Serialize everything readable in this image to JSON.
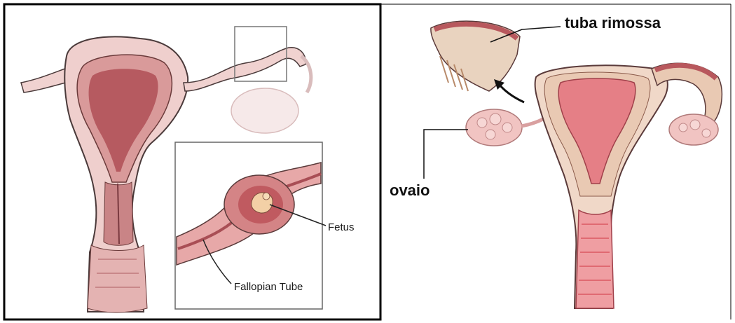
{
  "left_panel": {
    "labels": {
      "fetus": "Fetus",
      "fallopian_tube": "Fallopian Tube"
    }
  },
  "right_panel": {
    "labels": {
      "removed_tube": "tuba rimossa",
      "ovary": "ovaio"
    }
  },
  "colors": {
    "tissue_light": "#f3d9d7",
    "tissue_mid": "#e2a6a5",
    "tissue_dark": "#b8585d",
    "tissue_deep": "#8e3a42",
    "tan": "#e9d3bf",
    "outline": "#4a3a3a"
  }
}
